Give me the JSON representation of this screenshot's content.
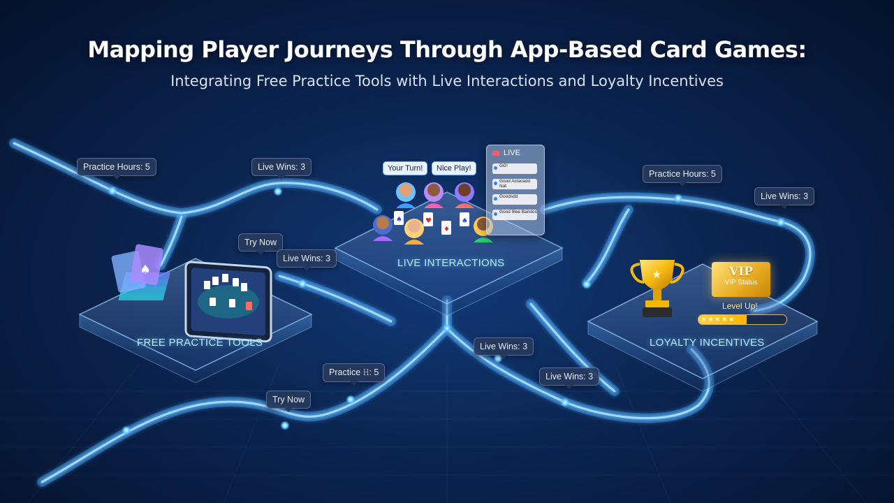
{
  "header": {
    "title": "Mapping Player Journeys Through App-Based Card Games:",
    "subtitle": "Integrating Free Practice Tools with Live Interactions and Loyalty Incentives"
  },
  "hubs": {
    "practice": {
      "label": "FREE PRACTICE TOOLS"
    },
    "live": {
      "label": "LIVE INTERACTIONS"
    },
    "loyalty": {
      "label": "LOYALTY INCENTIVES"
    }
  },
  "tags": [
    {
      "text": "Practice Hours: 5"
    },
    {
      "text": "Live Wins: 3"
    },
    {
      "text": "Try Now"
    },
    {
      "text": "Live Wins: 3"
    },
    {
      "text": "Practice Hours: 5"
    },
    {
      "text": "Live Wins: 3"
    },
    {
      "text": "Live Wins: 3"
    },
    {
      "text": "Practice 𝙷: 5"
    },
    {
      "text": "Live Wins: 3"
    },
    {
      "text": "Try Now"
    }
  ],
  "live": {
    "bubbles": [
      "Your Turn!",
      "Nice Play!"
    ],
    "chat_header": "LIVE",
    "messages": [
      "GG!",
      "Good Aclacadd Nat",
      "Goodsdd",
      "Good 9lee Bandos"
    ]
  },
  "loyalty": {
    "vip_big": "VIP",
    "vip_small": "VIP Status",
    "level_text": "Level Up!",
    "stars": "★★★★★",
    "progress": 0.55
  },
  "colors": {
    "background": "#0c2754",
    "path": "#7ec6ff",
    "path_glow": "#3fa9ff",
    "hub_edge": "#9fd8ff",
    "gold": "#f2b705",
    "accent_text": "#bfe7ff"
  },
  "icons": [
    "card-stack-icon",
    "tablet-icon",
    "avatar-icon",
    "trophy-icon",
    "vip-card-icon",
    "camera-icon"
  ]
}
